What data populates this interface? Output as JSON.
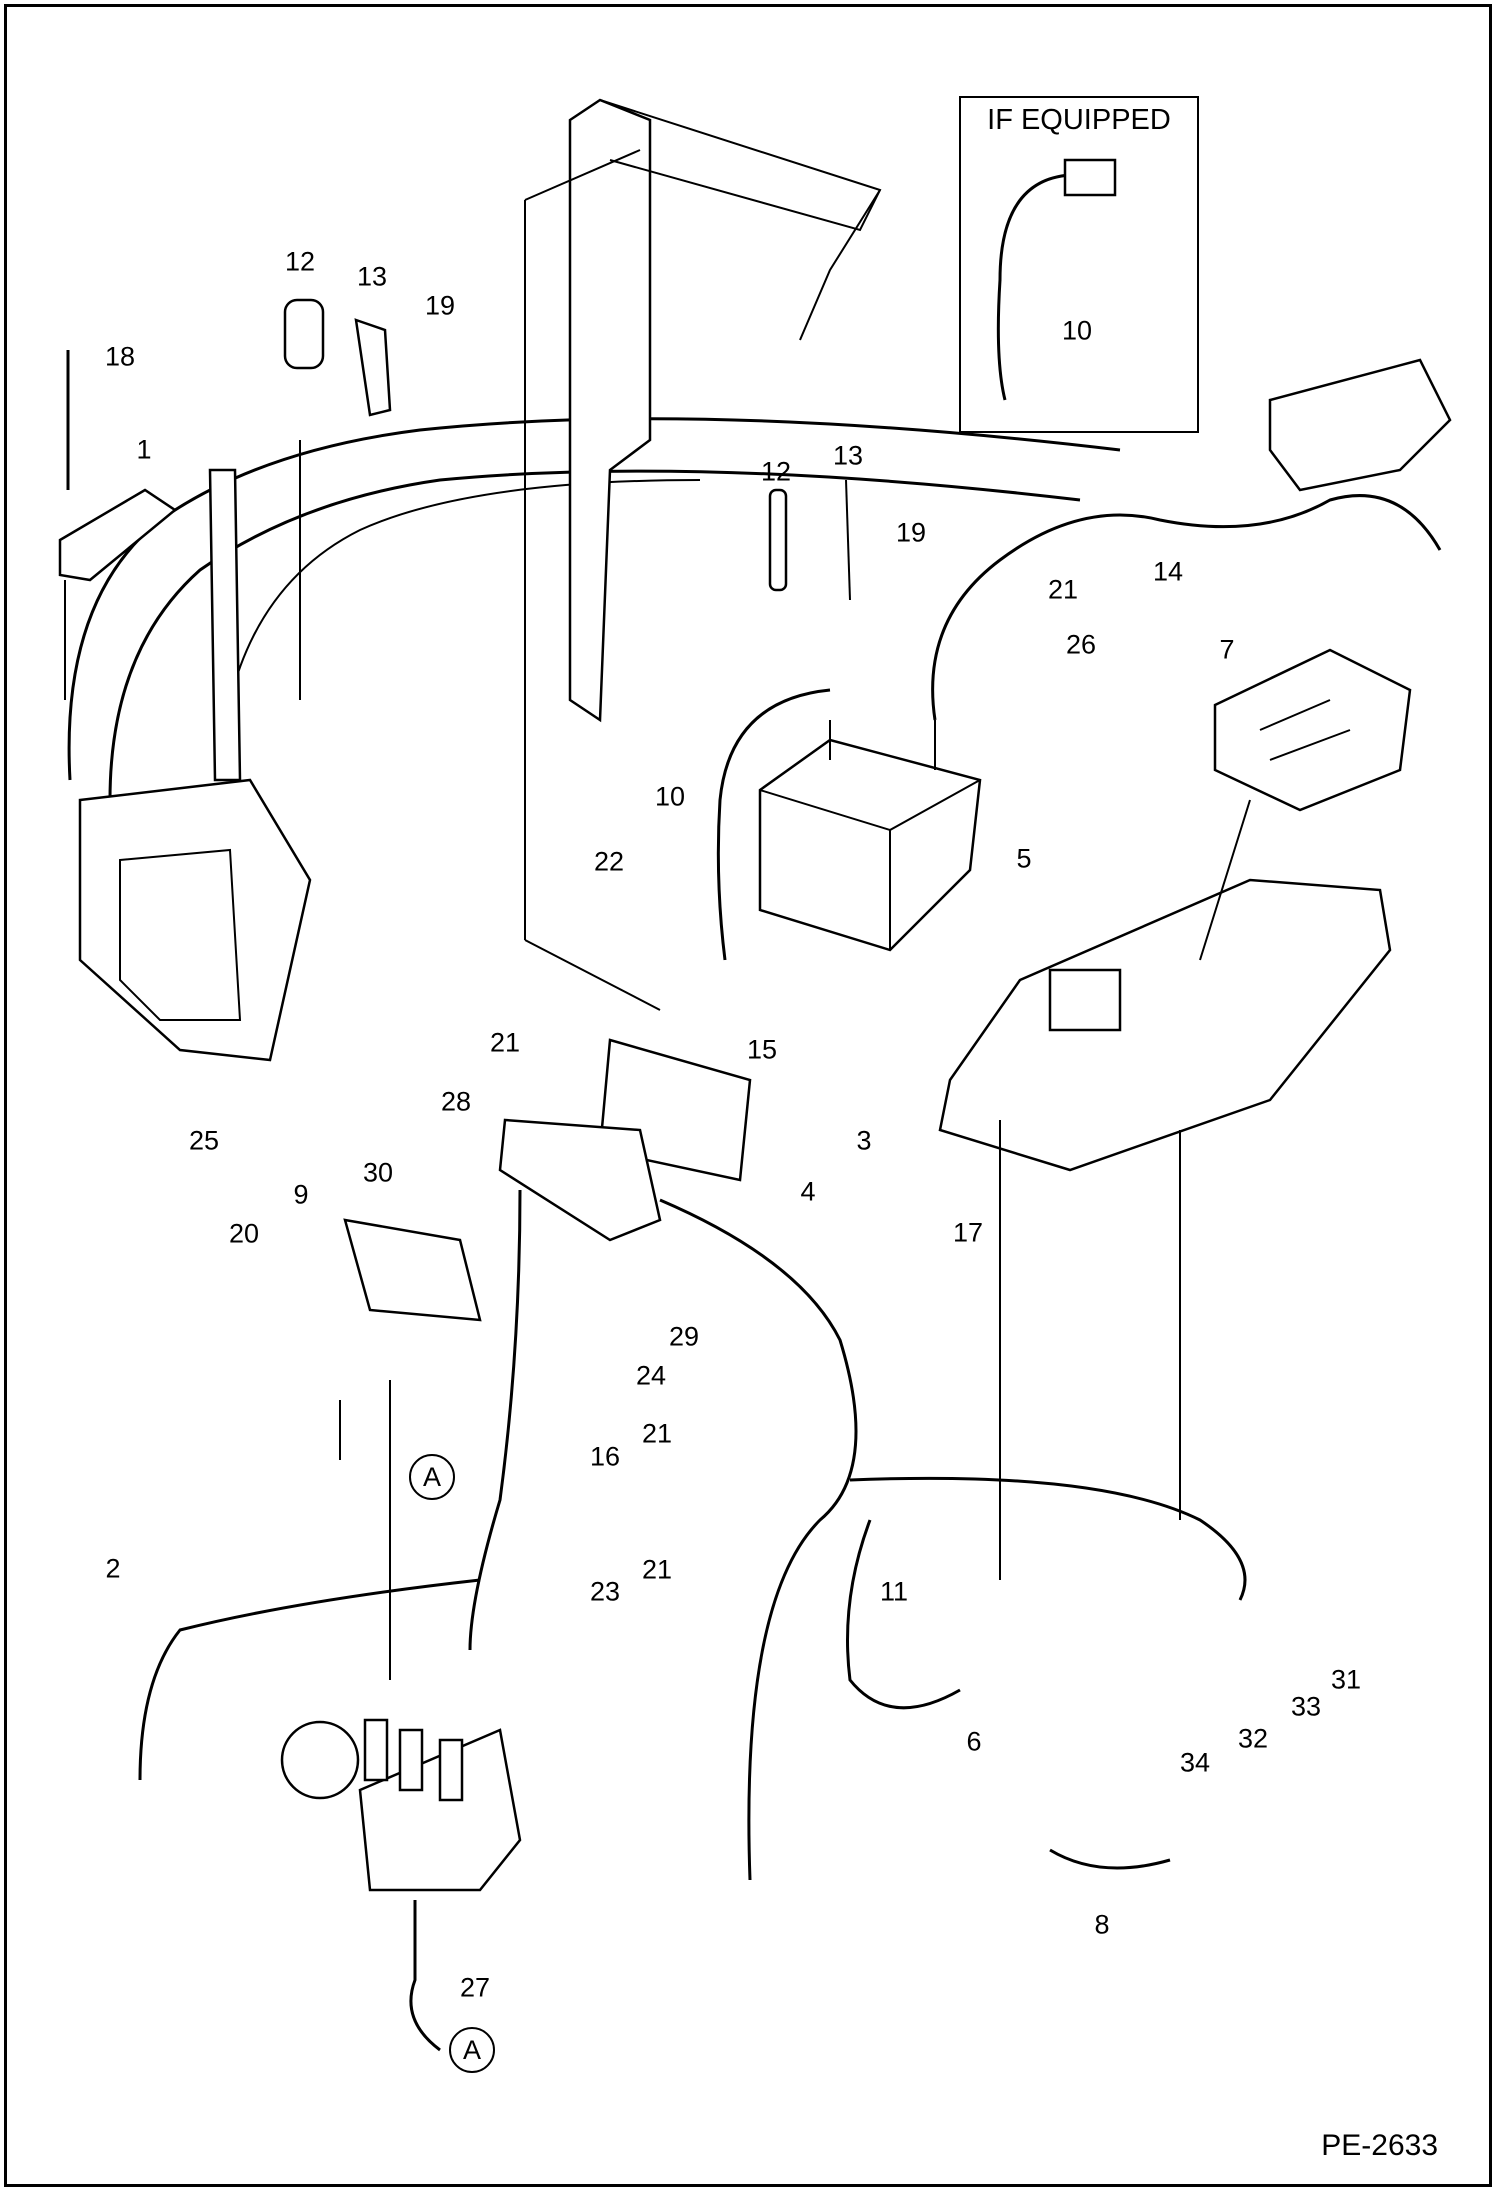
{
  "inset": {
    "title": "IF EQUIPPED",
    "part": "10"
  },
  "reference": "PE-2633",
  "callouts": {
    "c1": "1",
    "c2": "2",
    "c3": "3",
    "c4": "4",
    "c5": "5",
    "c6": "6",
    "c7": "7",
    "c8": "8",
    "c9": "9",
    "c10": "10",
    "c11": "11",
    "c12a": "12",
    "c12b": "12",
    "c13a": "13",
    "c13b": "13",
    "c14": "14",
    "c15": "15",
    "c16": "16",
    "c17": "17",
    "c18": "18",
    "c19a": "19",
    "c19b": "19",
    "c20": "20",
    "c21a": "21",
    "c21b": "21",
    "c21c": "21",
    "c21d": "21",
    "c22": "22",
    "c23": "23",
    "c24": "24",
    "c25": "25",
    "c26": "26",
    "c27": "27",
    "c28": "28",
    "c29": "29",
    "c30": "30",
    "c31": "31",
    "c32": "32",
    "c33": "33",
    "c34": "34"
  },
  "connectors": {
    "a1": "A",
    "a2": "A"
  }
}
